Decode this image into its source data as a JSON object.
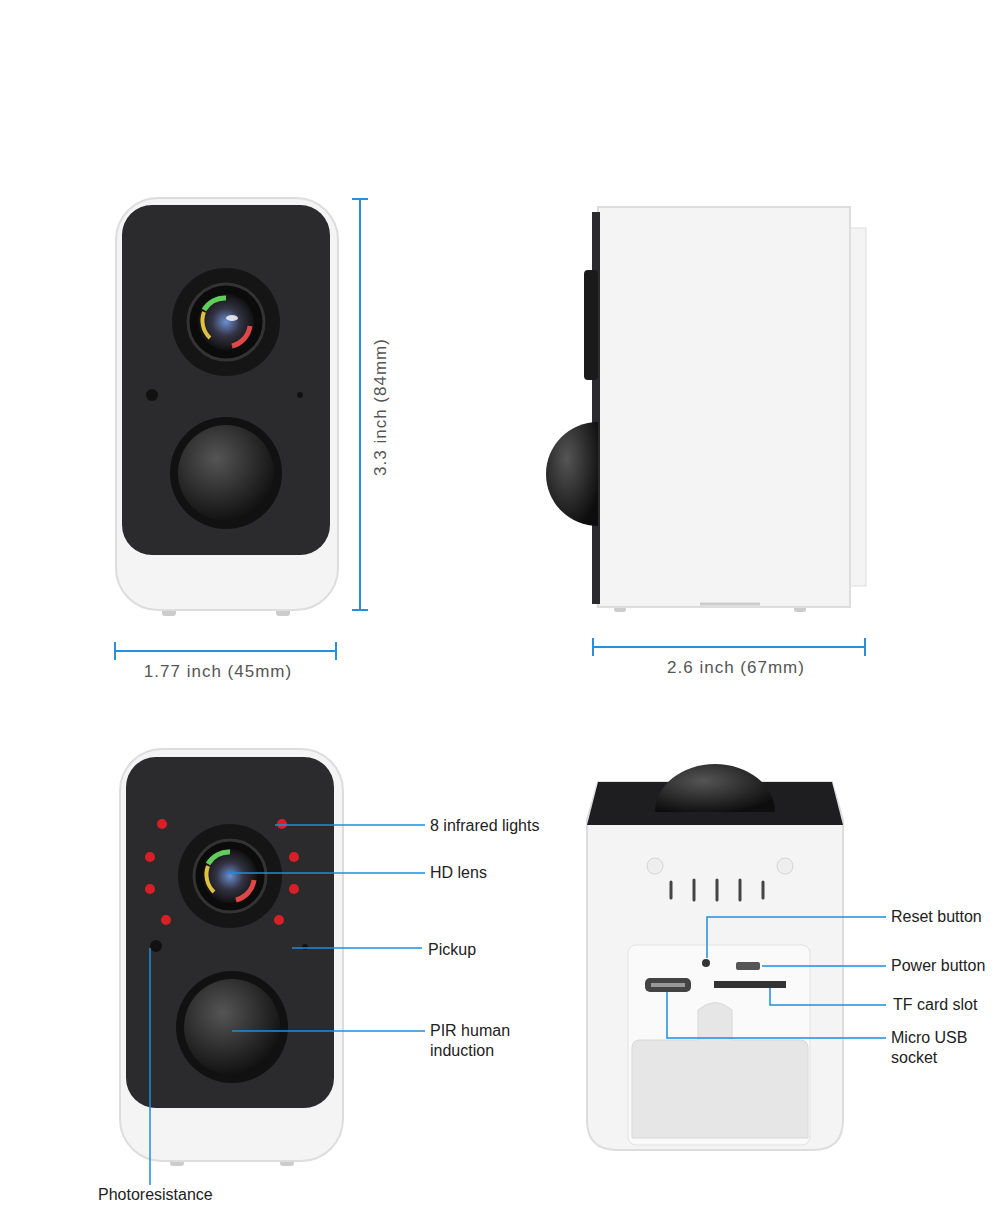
{
  "diagram": {
    "labels": [
      "3.3 inch (84mm)",
      "1.77 inch (45mm)",
      "2.6 inch (67mm)",
      "8 infrared lights",
      "HD lens",
      "Pickup",
      "PIR human induction",
      "Photoresistance",
      "Reset button",
      "Power button",
      "TF card slot",
      "Micro USB socket"
    ]
  }
}
